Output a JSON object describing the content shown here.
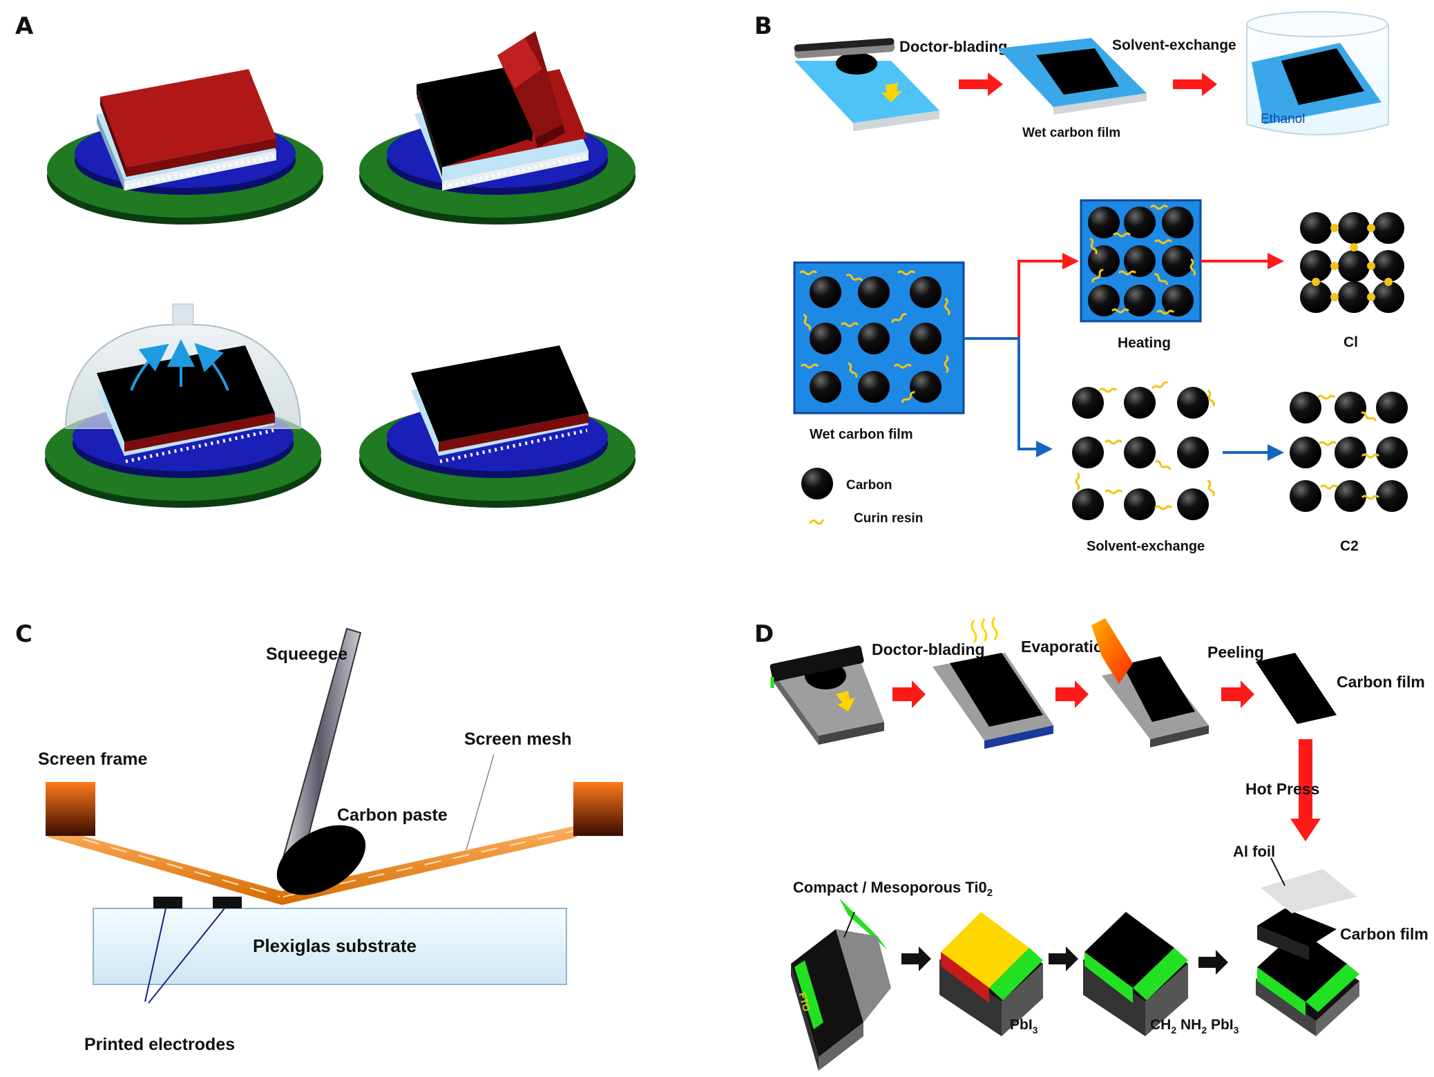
{
  "panels": {
    "a": {
      "letter": "A"
    },
    "b": {
      "letter": "B",
      "doctor_blading": "Doctor-blading,",
      "solvent_exchange_top": "Solvent-exchange",
      "wet_carbon_film_top": "Wet carbon film",
      "ethanol": "Ethanol",
      "wet_carbon_film": "Wet carbon film",
      "heating": "Heating",
      "c1": "Cl",
      "solvent_exchange": "Solvent-exchange",
      "c2": "C2",
      "legend_carbon": "Carbon",
      "legend_resin": "Curin resin"
    },
    "c": {
      "letter": "C",
      "squeegee": "Squeegee",
      "screen_frame": "Screen frame",
      "screen_mesh": "Screen mesh",
      "carbon_paste": "Carbon paste",
      "substrate": "Plexiglas  substrate",
      "printed_electrodes": "Printed   electrodes"
    },
    "d": {
      "letter": "D",
      "doctor_blading": "Doctor-blading",
      "evaporation": "Evaporation",
      "peeling": "Peeling",
      "carbon_film_top": "Carbon film",
      "hot_press": "Hot Press",
      "al_foil": "Al foil",
      "compact_tio2": "Compact / Mesoporous  Ti0",
      "compact_tio2_sub": "2",
      "fto": "FTO",
      "pbi3_main": "PbI",
      "pbi3_sub": "3",
      "ch2_main": "CH",
      "ch2_sub1": "2",
      "nh2_main": " NH",
      "nh2_sub": "2",
      "pbi3b_main": " PbI",
      "pbi3b_sub": "3",
      "carbon_film_bottom": "Carbon film"
    }
  },
  "colors": {
    "green_ring": "#1f7a22",
    "blue_disc": "#1a1fb8",
    "red_layer": "#a01616",
    "arrow_red": "#ff1a1a",
    "arrow_blue": "#1565c0",
    "square_blue": "#1e88e5",
    "resin_yellow": "#f0c419",
    "fto_green": "#22e022",
    "pbi_yellow": "#ffd700"
  }
}
